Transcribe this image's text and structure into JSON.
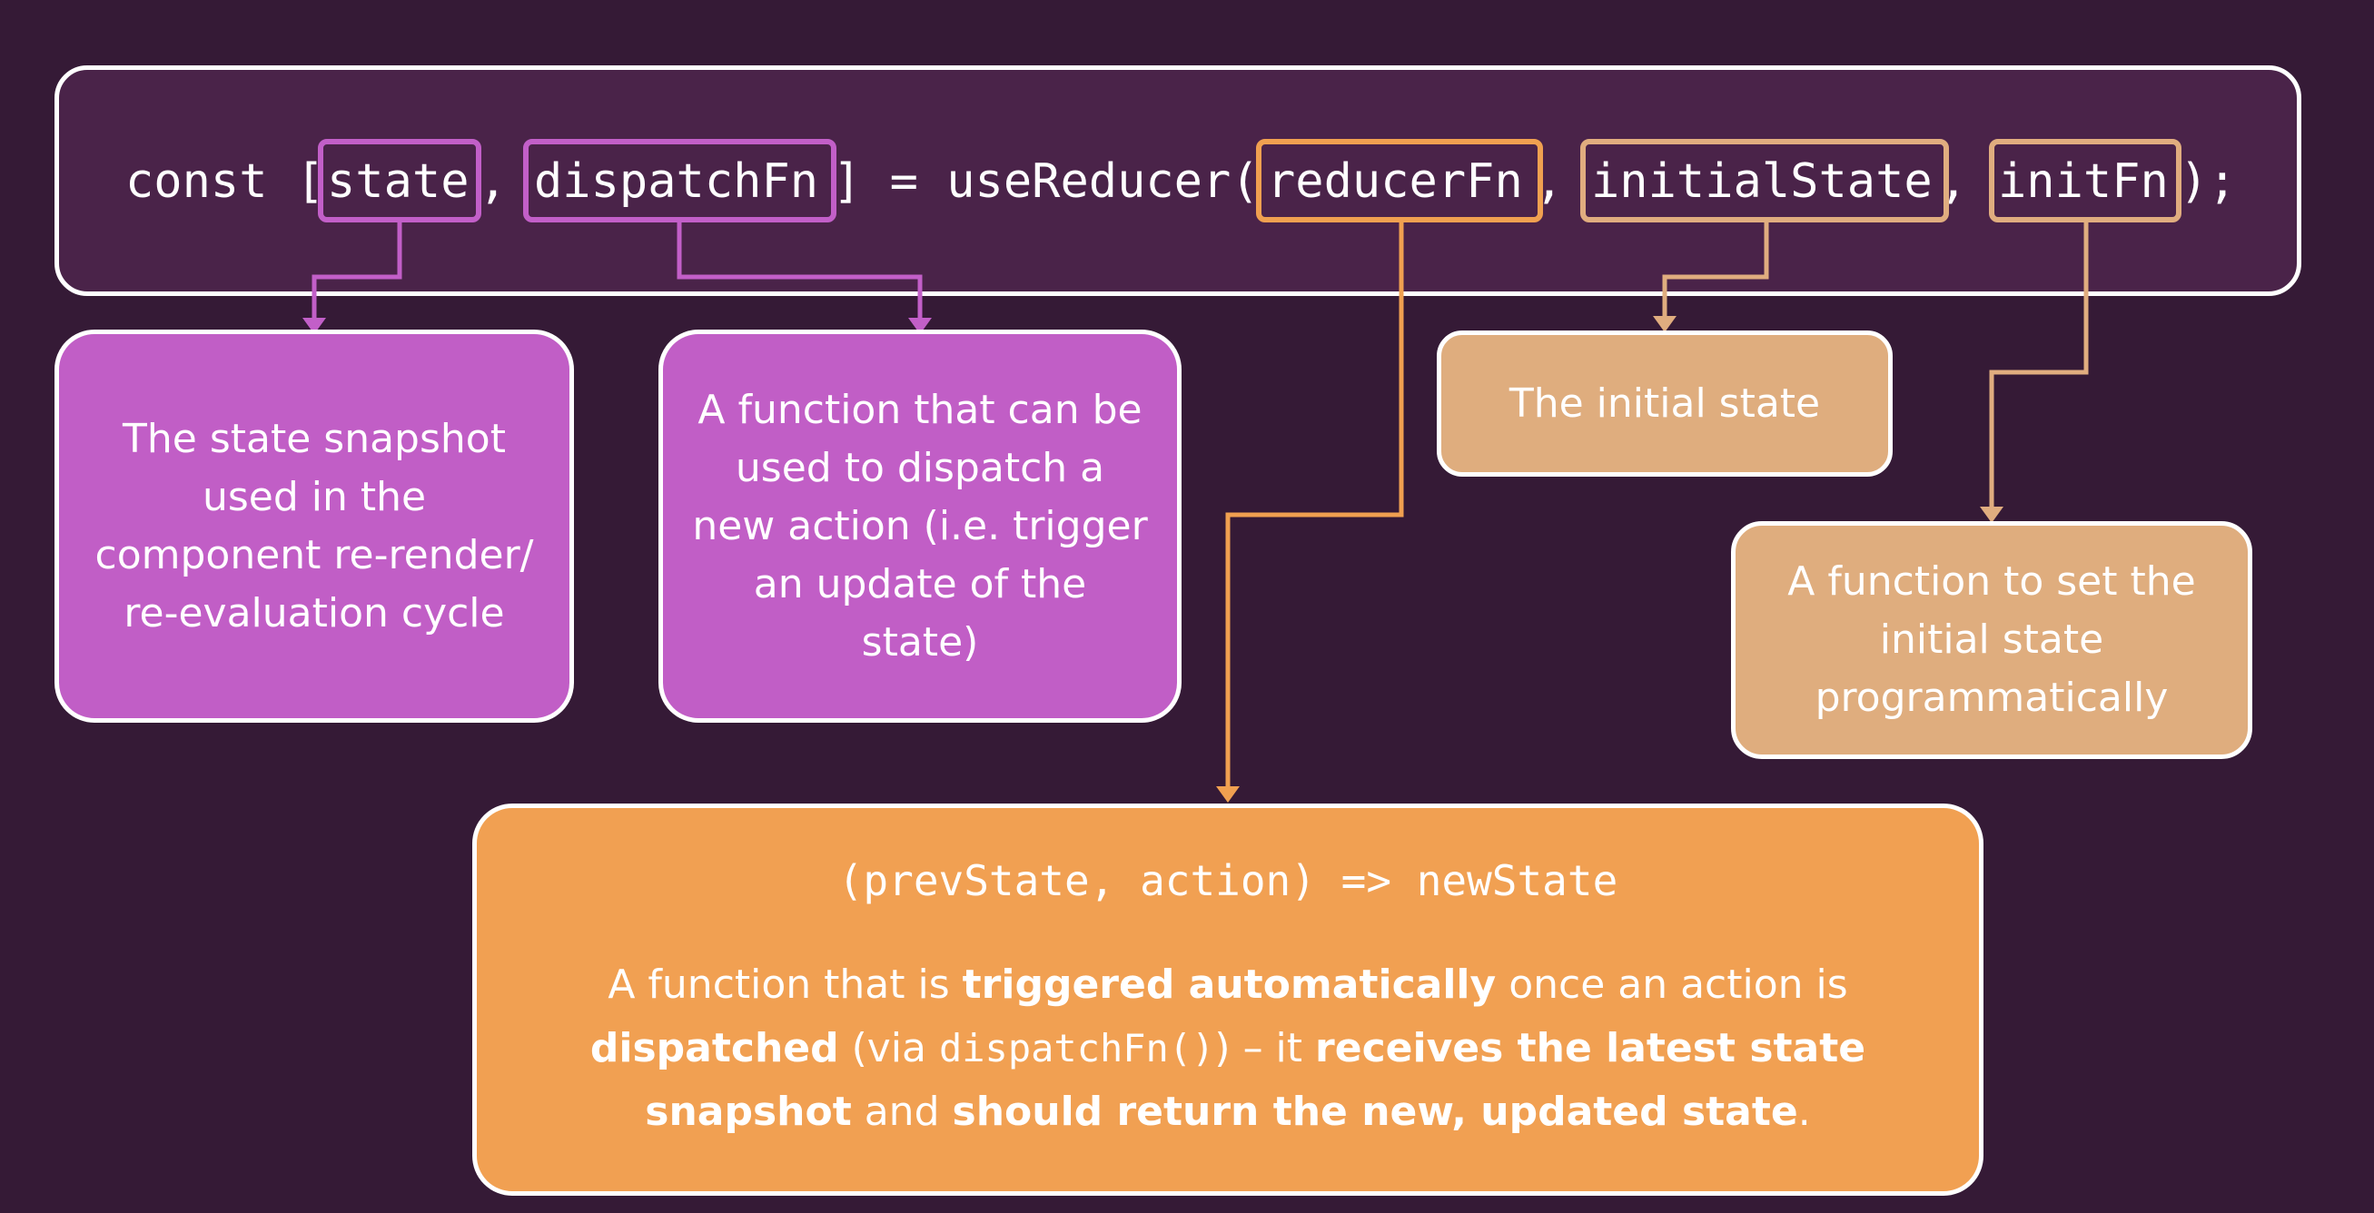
{
  "code": {
    "prefix": "const [",
    "state": "state",
    "sep1": ", ",
    "dispatch": "dispatchFn",
    "middle": "] = useReducer(",
    "reducer": "reducerFn",
    "sep2": ", ",
    "initial": "initialState",
    "sep3": ", ",
    "init": "initFn",
    "suffix": ");"
  },
  "callouts": {
    "state": "The state snapshot used in the component re-render/ re-evaluation cycle",
    "dispatch": "A function that can be used to dispatch a new action (i.e. trigger an update of the state)",
    "initial": "The initial state",
    "init": "A function to set the initial state programmatically"
  },
  "reducer": {
    "signature": "(prevState, action) => newState",
    "desc": {
      "p1": "A function that is ",
      "b1": "triggered automatically",
      "p2": " once an action is ",
      "b2": "dispatched",
      "p3": " (via ",
      "code": "dispatchFn()",
      "p4": ") – it ",
      "b3": "receives the latest state snapshot",
      "p5": " and ",
      "b4": "should return the new, updated state",
      "p6": "."
    }
  },
  "colors": {
    "background": "#351a36",
    "code_panel": "#4a2349",
    "purple": "#c15ec6",
    "tan": "#dfad7e",
    "orange": "#f1a052"
  }
}
